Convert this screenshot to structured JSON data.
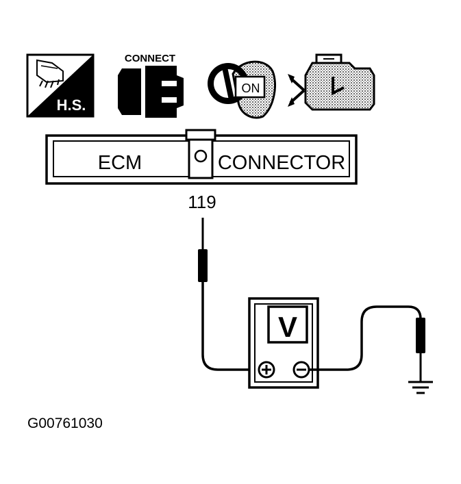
{
  "icons": {
    "harness_connector": {
      "label": "H.S.",
      "icon": "harness-connector-icon"
    },
    "connect": {
      "label": "CONNECT",
      "icon": "connector-plug-icon"
    },
    "ignition": {
      "label": "ON",
      "icon": "ignition-key-icon"
    },
    "engine": {
      "icon": "engine-off-icon"
    }
  },
  "connector": {
    "left_label": "ECM",
    "right_label": "CONNECTOR"
  },
  "terminal": {
    "number": "119"
  },
  "meter": {
    "label": "V",
    "positive": "+",
    "negative": "−"
  },
  "figure_code": "G00761030",
  "colors": {
    "ink": "#000000",
    "paper": "#ffffff"
  }
}
